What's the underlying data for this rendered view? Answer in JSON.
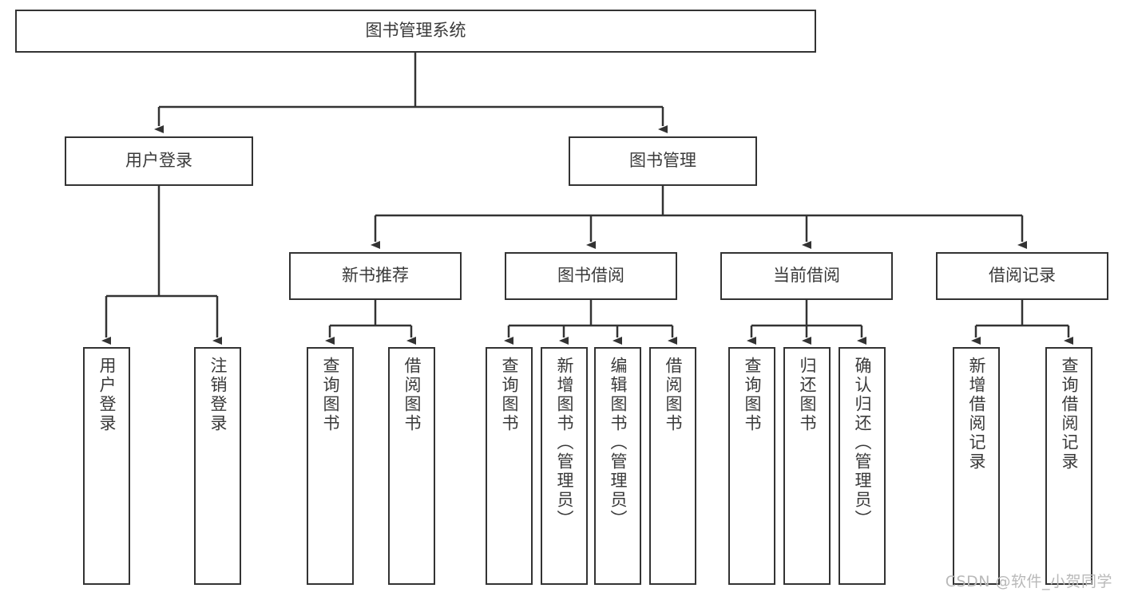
{
  "diagram": {
    "type": "tree-hierarchy",
    "title": "图书管理系统",
    "root": {
      "id": "root",
      "label": "图书管理系统",
      "orientation": "horizontal"
    },
    "level2": [
      {
        "id": "user-login",
        "label": "用户登录",
        "orientation": "horizontal"
      },
      {
        "id": "book-manage",
        "label": "图书管理",
        "orientation": "horizontal"
      }
    ],
    "level3": [
      {
        "id": "new-book-rec",
        "label": "新书推荐",
        "orientation": "horizontal",
        "parent": "book-manage"
      },
      {
        "id": "book-borrow",
        "label": "图书借阅",
        "orientation": "horizontal",
        "parent": "book-manage"
      },
      {
        "id": "current-borrow",
        "label": "当前借阅",
        "orientation": "horizontal",
        "parent": "book-manage"
      },
      {
        "id": "borrow-record",
        "label": "借阅记录",
        "orientation": "horizontal",
        "parent": "book-manage"
      }
    ],
    "leaves": [
      {
        "id": "leaf-user-login",
        "label": "用户登录",
        "orientation": "vertical",
        "parent": "user-login"
      },
      {
        "id": "leaf-user-logout",
        "label": "注销登录",
        "orientation": "vertical",
        "parent": "user-login"
      },
      {
        "id": "leaf-query-book-1",
        "label": "查询图书",
        "orientation": "vertical",
        "parent": "new-book-rec"
      },
      {
        "id": "leaf-borrow-book-1",
        "label": "借阅图书",
        "orientation": "vertical",
        "parent": "new-book-rec"
      },
      {
        "id": "leaf-query-book-2",
        "label": "查询图书",
        "orientation": "vertical",
        "parent": "book-borrow"
      },
      {
        "id": "leaf-add-book",
        "label": "新增图书（管理员）",
        "orientation": "vertical",
        "parent": "book-borrow"
      },
      {
        "id": "leaf-edit-book",
        "label": "编辑图书（管理员）",
        "orientation": "vertical",
        "parent": "book-borrow"
      },
      {
        "id": "leaf-borrow-book-2",
        "label": "借阅图书",
        "orientation": "vertical",
        "parent": "book-borrow"
      },
      {
        "id": "leaf-query-book-3",
        "label": "查询图书",
        "orientation": "vertical",
        "parent": "current-borrow"
      },
      {
        "id": "leaf-return-book",
        "label": "归还图书",
        "orientation": "vertical",
        "parent": "current-borrow"
      },
      {
        "id": "leaf-confirm-return",
        "label": "确认归还（管理员）",
        "orientation": "vertical",
        "parent": "current-borrow"
      },
      {
        "id": "leaf-add-record",
        "label": "新增借阅记录",
        "orientation": "vertical",
        "parent": "borrow-record"
      },
      {
        "id": "leaf-query-record",
        "label": "查询借阅记录",
        "orientation": "vertical",
        "parent": "borrow-record"
      }
    ],
    "colors": {
      "border": "#333333",
      "text": "#3a3a3a",
      "background": "#ffffff",
      "edge": "#333333",
      "watermark": "#b9b9b9"
    }
  },
  "watermark": {
    "text": "CSDN @软件_小贺同学"
  }
}
